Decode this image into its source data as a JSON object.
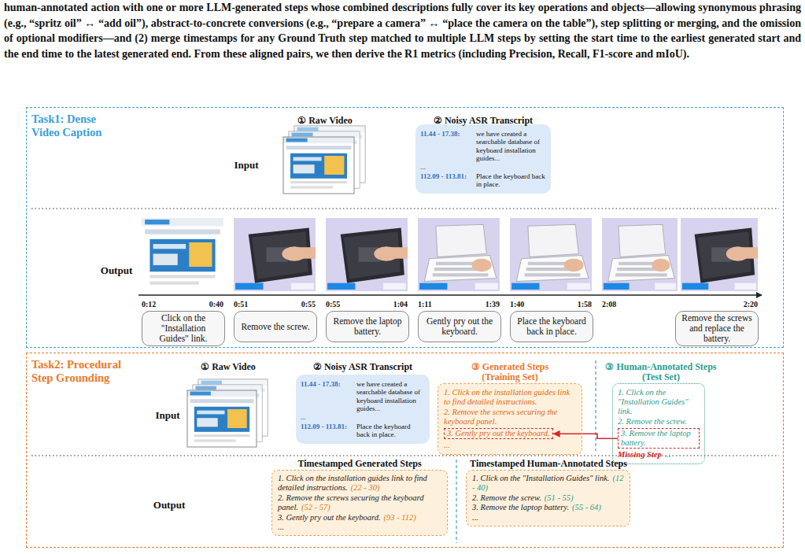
{
  "diagram": {
    "nodes": [
      {
        "text": [
          "Task1: Dense Video Caption"
        ]
      },
      {
        "text": [
          "11.44 - 17.38:",
          "we have created a searchable database of keyboard installation guides...",
          "...",
          "112.09 - 113.81:",
          "Place the keyboard back in place."
        ],
        "in": 0
      },
      {
        "text": [
          "Click on the \"Installation Guides\" link."
        ],
        "in": 0
      },
      {
        "text": [
          "Remove the screw."
        ],
        "in": 0
      },
      {
        "text": [
          "Remove the laptop battery."
        ],
        "in": 0
      },
      {
        "text": [
          "Gently pry out the keyboard."
        ],
        "in": 0
      },
      {
        "text": [
          "Place the keyboard back in place."
        ],
        "in": 0
      },
      {
        "text": [
          "Remove the screws and replace the battery."
        ],
        "in": 0
      },
      {
        "text": [
          "Task2: Procedural Step Grounding"
        ]
      },
      {
        "text": [
          "11.44 - 17.38:",
          "we have created a searchable database of keyboard installation guides...",
          "...",
          "112.09 - 113.81:",
          "Place the keyboard back in place."
        ],
        "in": 8
      },
      {
        "text": [
          "1. Click on the installation guides link to find detailed instructions.",
          "2. Remove the screws securing the keyboard panel.",
          "..."
        ],
        "in": 8
      },
      {
        "text": [
          "3. Gently pry out the keyboard."
        ],
        "in": 10
      },
      {
        "text": [
          "1. Click on the \"Installation Guides\" link.",
          "2. Remove the screw.",
          "Missing Step",
          "..."
        ],
        "in": 8
      },
      {
        "text": [
          "3. Remove the laptop battery."
        ],
        "in": 12
      },
      {
        "text": [
          "1. Click on the installation guides link to find detailed instructions.",
          "(22 - 30)",
          "2. Remove the screws securing the keyboard panel.",
          "(52 - 57)",
          "3. Gently pry out the keyboard.",
          "(93 - 112)",
          "..."
        ],
        "in": 8
      },
      {
        "text": [
          "1. Click on the \"Installation Guides\" link.",
          "(12 - 40)",
          "2. Remove the screw.",
          "(51 - 55)",
          "3. Remove the laptop battery.",
          "(55 - 64)",
          "..."
        ],
        "in": 8
      }
    ],
    "edges": [
      {
        "from": 13,
        "to": 11,
        "arrow": "to"
      }
    ],
    "labels": [
      "human-annotated action with one or more LLM-generated steps whose combined descriptions fully cover its key operations and objects—allowing synonymous phrasing (e.g., “spritz oil” ↔ “add oil”), abstract-to-concrete conversions (e.g., “prepare a camera” ↔ “place the camera on the table”), step splitting or merging, and the omission of optional modifiers—and (2) merge timestamps for any Ground Truth step matched to multiple LLM steps by setting the start time to the earliest generated start and the end time to the latest generated end. From these aligned pairs, we then derive the R1 metrics (including Precision, Recall, F1-score and mIoU).",
      "① Raw Video",
      "② Noisy ASR Transcript",
      "Input",
      "Output",
      "0:12",
      "0:40",
      "0:51",
      "0:55",
      "0:55",
      "1:04",
      "1:11",
      "1:39",
      "1:40",
      "1:58",
      "2:08",
      "2:20",
      "① Raw Video",
      "② Noisy ASR Transcript",
      "③ Generated Steps",
      "(Training Set)",
      "③ Human-Annotated Steps",
      "(Test Set)",
      "Input",
      "Output",
      "Timestamped Generated Steps",
      "Timestamped Human-Annotated Steps"
    ]
  }
}
